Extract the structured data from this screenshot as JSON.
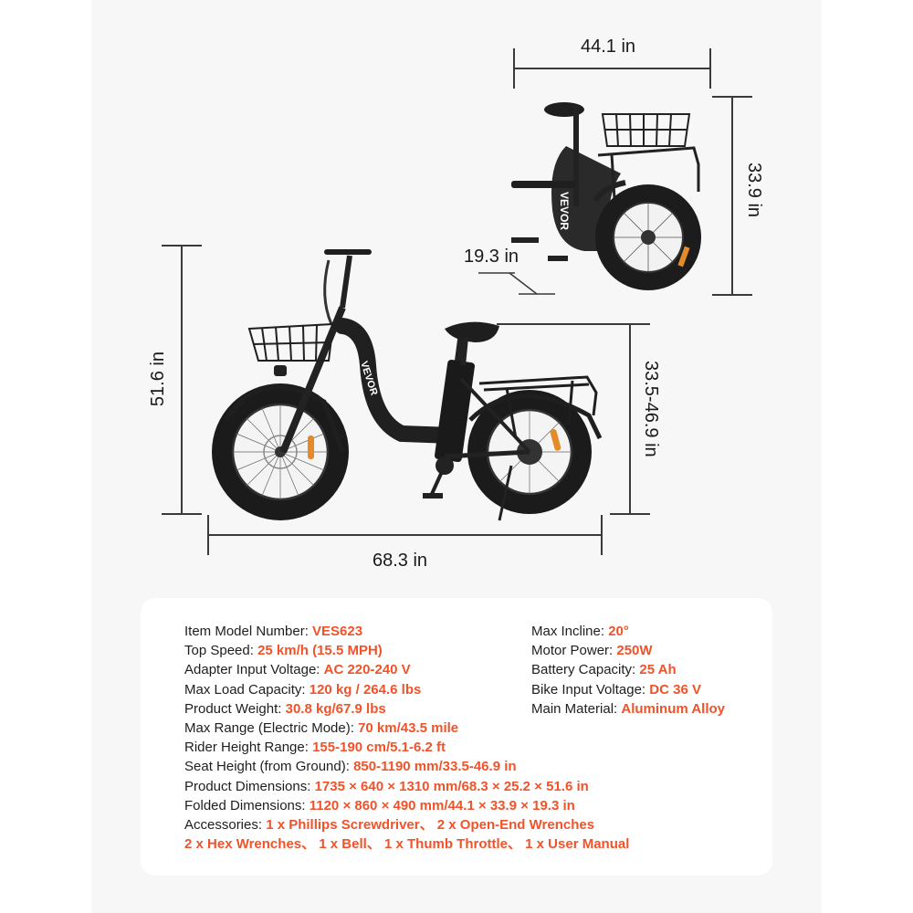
{
  "accent_color": "#f0532a",
  "dimensions": {
    "folded_length": "44.1 in",
    "folded_height": "33.9 in",
    "folded_width": "19.3 in",
    "overall_height": "51.6 in",
    "seat_height": "33.5-46.9 in",
    "overall_length": "68.3 in"
  },
  "bike": {
    "brand_on_frame": "VEVOR"
  },
  "specs_left": [
    {
      "key": "Item Model Number: ",
      "value": "VES623"
    },
    {
      "key": "Top Speed: ",
      "value": "25 km/h (15.5 MPH)"
    },
    {
      "key": "Adapter Input Voltage: ",
      "value": "AC 220-240 V"
    },
    {
      "key": "Max Load Capacity: ",
      "value": "120 kg / 264.6 lbs"
    },
    {
      "key": "Product Weight: ",
      "value": "30.8 kg/67.9 lbs"
    },
    {
      "key": "Max Range (Electric Mode): ",
      "value": "70 km/43.5 mile"
    },
    {
      "key": "Rider Height Range: ",
      "value": "155-190 cm/5.1-6.2 ft"
    },
    {
      "key": "Seat Height (from Ground): ",
      "value": "850-1190 mm/33.5-46.9 in"
    },
    {
      "key": "Product Dimensions: ",
      "value": "1735 × 640 × 1310 mm/68.3 × 25.2 × 51.6 in"
    },
    {
      "key": "Folded Dimensions: ",
      "value": "1120 × 860 × 490 mm/44.1 × 33.9 × 19.3 in"
    },
    {
      "key": "Accessories: ",
      "value": "1 x Phillips Screwdriver、 2 x Open-End Wrenches"
    }
  ],
  "accessories_line2": "2 x Hex Wrenches、 1 x Bell、 1 x Thumb Throttle、 1 x User Manual",
  "specs_right": [
    {
      "key": "Max Incline: ",
      "value": "20°"
    },
    {
      "key": "Motor Power: ",
      "value": "250W"
    },
    {
      "key": "Battery Capacity: ",
      "value": "25 Ah"
    },
    {
      "key": "Bike Input Voltage: ",
      "value": "DC 36 V"
    },
    {
      "key": "Main Material: ",
      "value": "Aluminum Alloy"
    }
  ]
}
